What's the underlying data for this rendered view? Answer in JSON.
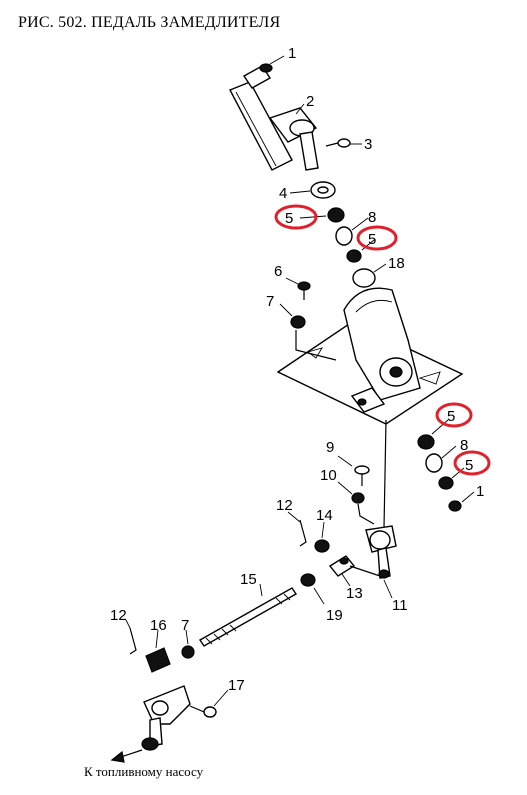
{
  "title": "РИС. 502. ПЕДАЛЬ ЗАМЕДЛИТЕЛЯ",
  "caption": "К топливному насосу",
  "highlight_color": "#e0202a",
  "labels": {
    "p1a": "1",
    "p2": "2",
    "p3": "3",
    "p4": "4",
    "p5a": "5",
    "p8a": "8",
    "p5b": "5",
    "p18": "18",
    "p6": "6",
    "p7a": "7",
    "p5c": "5",
    "p8b": "8",
    "p5d": "5",
    "p1b": "1",
    "p9": "9",
    "p10": "10",
    "p12a": "12",
    "p14": "14",
    "p11": "11",
    "p13": "13",
    "p15": "15",
    "p19": "19",
    "p12b": "12",
    "p16": "16",
    "p7b": "7",
    "p17": "17"
  }
}
